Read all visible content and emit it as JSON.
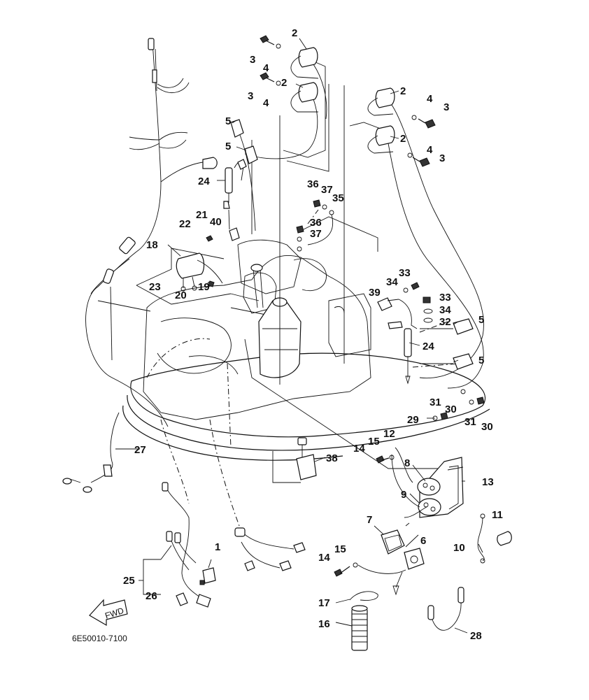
{
  "figure_code": "6E50010-7100",
  "fwd_label": "FWD",
  "callouts": {
    "c1": "1",
    "c2a": "2",
    "c2b": "2",
    "c2c": "2",
    "c2d": "2",
    "c3a": "3",
    "c3b": "3",
    "c3c": "3",
    "c3d": "3",
    "c4a": "4",
    "c4b": "4",
    "c4c": "4",
    "c4d": "4",
    "c5a": "5",
    "c5b": "5",
    "c5c": "5",
    "c5d": "5",
    "c6": "6",
    "c7": "7",
    "c8": "8",
    "c9": "9",
    "c10": "10",
    "c11": "11",
    "c12": "12",
    "c13": "13",
    "c14a": "14",
    "c14b": "14",
    "c15a": "15",
    "c15b": "15",
    "c16": "16",
    "c17": "17",
    "c18": "18",
    "c19": "19",
    "c20": "20",
    "c21": "21",
    "c22": "22",
    "c23": "23",
    "c24a": "24",
    "c24b": "24",
    "c25": "25",
    "c26": "26",
    "c27": "27",
    "c28": "28",
    "c29": "29",
    "c30a": "30",
    "c30b": "30",
    "c31a": "31",
    "c31b": "31",
    "c32": "32",
    "c33a": "33",
    "c33b": "33",
    "c34a": "34",
    "c34b": "34",
    "c35": "35",
    "c36a": "36",
    "c36b": "36",
    "c37a": "37",
    "c37b": "37",
    "c38": "38",
    "c39": "39",
    "c40": "40"
  }
}
